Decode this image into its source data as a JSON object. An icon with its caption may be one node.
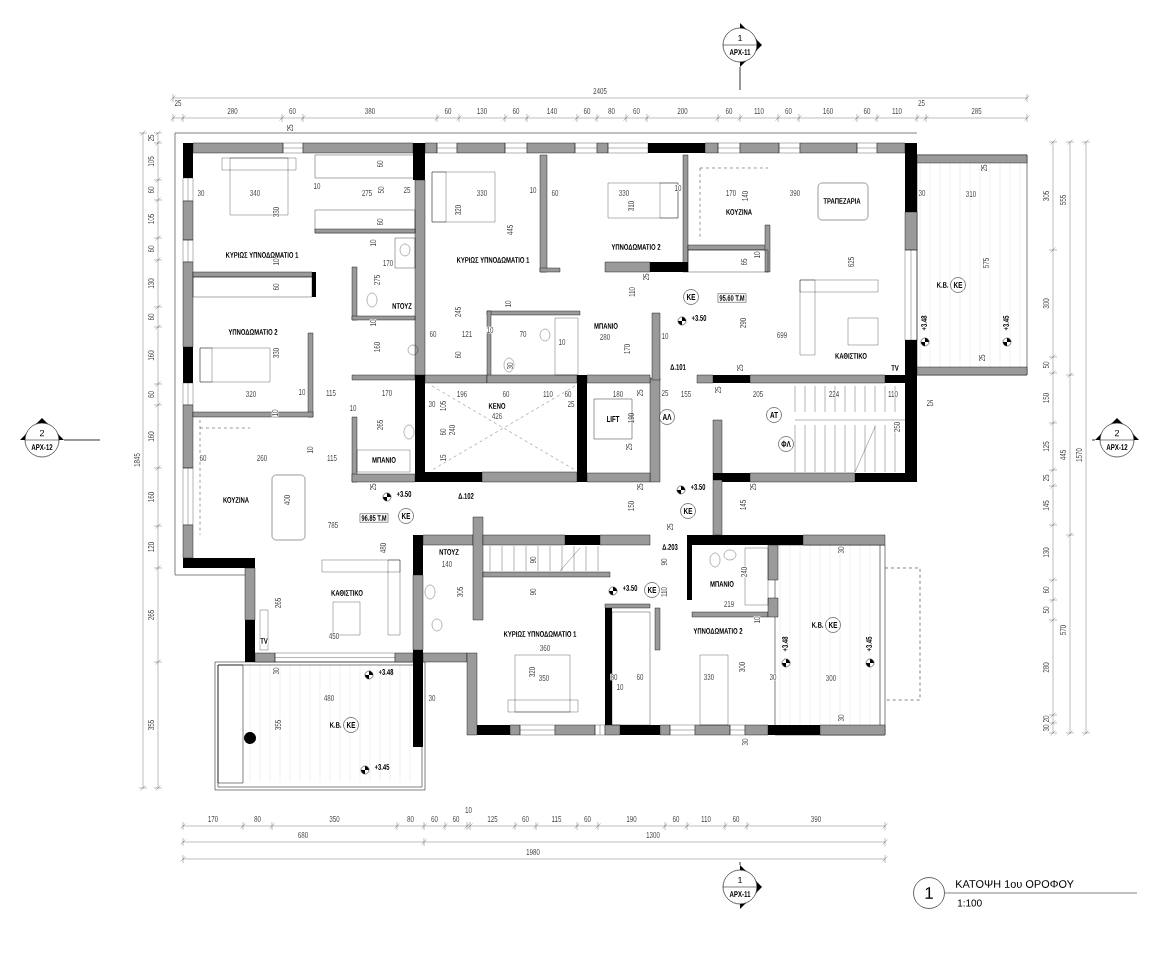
{
  "diagram": {
    "nodes": [
      {
        "text": [
          "1",
          "ΑΡΧ-11"
        ]
      },
      {
        "text": [
          "ΚΕ"
        ]
      },
      {
        "text": [
          "95.60 Τ.Μ"
        ]
      },
      {
        "text": [
          "ΚΕ"
        ],
        "beside": [
          "Κ.Β."
        ]
      },
      {
        "text": [
          "LIFT"
        ]
      },
      {
        "text": [
          "ΑΛ"
        ]
      },
      {
        "text": [
          "ΑΤ"
        ]
      },
      {
        "text": [
          "ΦΛ"
        ]
      },
      {
        "text": [
          "2",
          "ΑΡΧ-12"
        ]
      },
      {
        "text": [
          "2",
          "ΑΡΧ-12"
        ]
      },
      {
        "text": [
          "ΚΕ"
        ]
      },
      {
        "text": [
          "96.85 Τ.Μ"
        ]
      },
      {
        "text": [
          "ΚΕ"
        ]
      },
      {
        "text": [
          "ΚΕ"
        ]
      },
      {
        "text": [
          "ΚΕ"
        ],
        "beside": [
          "Κ.Β."
        ]
      },
      {
        "text": [
          "ΚΕ"
        ],
        "beside": [
          "Κ.Β."
        ]
      },
      {
        "text": [
          "1",
          "ΑΡΧ-11"
        ]
      },
      {
        "text": [
          "1"
        ],
        "beside": [
          "ΚΑΤΟΨΗ 1ου ΟΡΟΦΟΥ",
          "1:100"
        ]
      }
    ],
    "labels": [
      "2405",
      "25",
      "280",
      "60",
      "380",
      "60",
      "130",
      "60",
      "140",
      "60",
      "80",
      "60",
      "200",
      "60",
      "110",
      "60",
      "160",
      "60",
      "110",
      "25",
      "285",
      "1845",
      "25",
      "105",
      "60",
      "105",
      "60",
      "130",
      "60",
      "160",
      "60",
      "160",
      "160",
      "120",
      "265",
      "355",
      "305",
      "300",
      "50",
      "150",
      "125",
      "25",
      "145",
      "130",
      "60",
      "50",
      "280",
      "20",
      "30",
      "555",
      "445",
      "570",
      "1570",
      "170",
      "80",
      "350",
      "80",
      "60",
      "60",
      "10",
      "125",
      "60",
      "115",
      "60",
      "190",
      "60",
      "110",
      "60",
      "390",
      "680",
      "1300",
      "1980",
      "ΚΥΡΙΩΣ ΥΠΝΟΔΩΜΑΤΙΟ 1",
      "30",
      "340",
      "330",
      "10",
      "275",
      "60",
      "50",
      "60",
      "25",
      "10",
      "10",
      "60",
      "170",
      "275",
      "ΝΤΟΥΖ",
      "10",
      "160",
      "ΥΠΝΟΔΩΜΑΤΙΟ 2",
      "330",
      "320",
      "10",
      "115",
      "170",
      "25",
      "ΚΥΡΙΩΣ ΥΠΝΟΔΩΜΑΤΙΟ 1",
      "330",
      "320",
      "445",
      "10",
      "60",
      "245",
      "10",
      "60",
      "121",
      "10",
      "70",
      "10",
      "60",
      "30",
      "330",
      "310",
      "10",
      "ΥΠΝΟΔΩΜΑΤΙΟ 2",
      "170",
      "ΚΟΥΖΙΝΑ",
      "140",
      "390",
      "ΤΡΑΠΕΖΑΡΙΑ",
      "25",
      "65",
      "10",
      "625",
      "110",
      "ΜΠΑΝΙΟ",
      "+3.50",
      "280",
      "170",
      "10",
      "290",
      "699",
      "Δ.101",
      "25",
      "ΚΑΘΙΣΤΙΚΟ",
      "TV",
      "30",
      "310",
      "25",
      "575",
      "25",
      "+3.48",
      "+3.45",
      "10",
      "10",
      "30",
      "105",
      "196",
      "ΚΕΝΟ",
      "426",
      "60",
      "110",
      "60",
      "25",
      "180",
      "25",
      "25",
      "155",
      "25",
      "205",
      "224",
      "110",
      "25",
      "265",
      "60",
      "240",
      "190",
      "250",
      "25",
      "60",
      "260",
      "10",
      "115",
      "ΜΠΑΝΙΟ",
      "15",
      "ΚΟΥΖΙΝΑ",
      "400",
      "25",
      "+3.50",
      "Δ.102",
      "150",
      "25",
      "+3.50",
      "145",
      "25",
      "785",
      "25",
      "480",
      "ΝΤΟΥΖ",
      "140",
      "90",
      "90",
      "Δ.203",
      "30",
      "265",
      "ΚΑΘΙΣΤΙΚΟ",
      "305",
      "90",
      "+3.50",
      "110",
      "ΜΠΑΝΙΟ",
      "240",
      "219",
      "TV",
      "450",
      "ΚΥΡΙΩΣ ΥΠΝΟΔΩΜΑΤΙΟ 1",
      "360",
      "ΥΠΝΟΔΩΜΑΤΙΟ 2",
      "10",
      "+3.48",
      "+3.45",
      "30",
      "+3.48",
      "320",
      "350",
      "80",
      "10",
      "60",
      "330",
      "300",
      "30",
      "300",
      "480",
      "30",
      "355",
      "30",
      "30",
      "+3.45"
    ]
  }
}
